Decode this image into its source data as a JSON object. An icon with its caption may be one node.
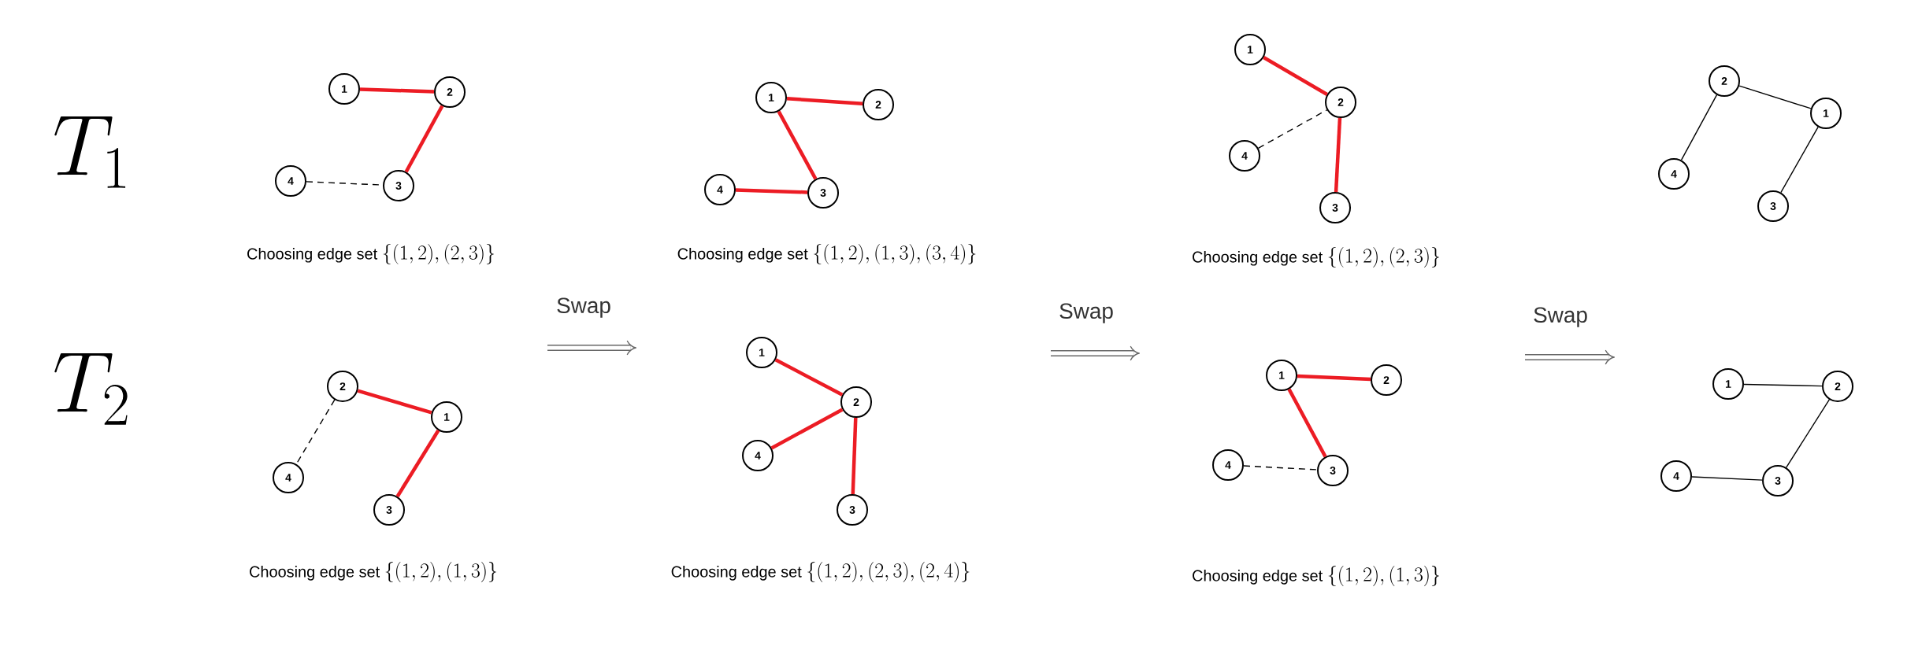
{
  "diagram": {
    "nodes": [
      {
        "text": [
          "1"
        ]
      },
      {
        "text": [
          "2"
        ]
      },
      {
        "text": [
          "3"
        ]
      },
      {
        "text": [
          "4"
        ]
      },
      {
        "text": [
          "1"
        ]
      },
      {
        "text": [
          "2"
        ]
      },
      {
        "text": [
          "3"
        ]
      },
      {
        "text": [
          "4"
        ]
      },
      {
        "text": [
          "1"
        ]
      },
      {
        "text": [
          "2"
        ]
      },
      {
        "text": [
          "3"
        ]
      },
      {
        "text": [
          "4"
        ]
      },
      {
        "text": [
          "1"
        ]
      },
      {
        "text": [
          "2"
        ]
      },
      {
        "text": [
          "3"
        ]
      },
      {
        "text": [
          "4"
        ]
      },
      {
        "text": [
          "1"
        ]
      },
      {
        "text": [
          "2"
        ]
      },
      {
        "text": [
          "3"
        ]
      },
      {
        "text": [
          "4"
        ]
      },
      {
        "text": [
          "1"
        ]
      },
      {
        "text": [
          "2"
        ]
      },
      {
        "text": [
          "3"
        ]
      },
      {
        "text": [
          "4"
        ]
      },
      {
        "text": [
          "1"
        ]
      },
      {
        "text": [
          "2"
        ]
      },
      {
        "text": [
          "3"
        ]
      },
      {
        "text": [
          "4"
        ]
      },
      {
        "text": [
          "1"
        ]
      },
      {
        "text": [
          "2"
        ]
      },
      {
        "text": [
          "3"
        ]
      },
      {
        "text": [
          "4"
        ]
      }
    ],
    "edges": [
      {
        "from": 0,
        "to": 1,
        "arrow": "none"
      },
      {
        "from": 1,
        "to": 2,
        "arrow": "none"
      },
      {
        "from": 3,
        "to": 2,
        "arrow": "none",
        "style": "dashed",
        "color": "#000000"
      },
      {
        "from": 4,
        "to": 5,
        "arrow": "none"
      },
      {
        "from": 4,
        "to": 6,
        "arrow": "none"
      },
      {
        "from": 7,
        "to": 6,
        "arrow": "none"
      },
      {
        "from": 8,
        "to": 9,
        "arrow": "none"
      },
      {
        "from": 9,
        "to": 10,
        "arrow": "none"
      },
      {
        "from": 11,
        "to": 9,
        "arrow": "none",
        "style": "dashed",
        "color": "#000000"
      },
      {
        "from": 13,
        "to": 12,
        "arrow": "none",
        "color": "#000000"
      },
      {
        "from": 13,
        "to": 15,
        "arrow": "none",
        "color": "#000000"
      },
      {
        "from": 12,
        "to": 14,
        "arrow": "none",
        "color": "#000000"
      },
      {
        "from": 17,
        "to": 16,
        "arrow": "none"
      },
      {
        "from": 16,
        "to": 18,
        "arrow": "none"
      },
      {
        "from": 17,
        "to": 19,
        "arrow": "none",
        "style": "dashed",
        "color": "#000000"
      },
      {
        "from": 20,
        "to": 21,
        "arrow": "none"
      },
      {
        "from": 21,
        "to": 23,
        "arrow": "none"
      },
      {
        "from": 21,
        "to": 22,
        "arrow": "none"
      },
      {
        "from": 24,
        "to": 25,
        "arrow": "none"
      },
      {
        "from": 24,
        "to": 26,
        "arrow": "none"
      },
      {
        "from": 27,
        "to": 26,
        "arrow": "none",
        "style": "dashed",
        "color": "#000000"
      },
      {
        "from": 28,
        "to": 29,
        "arrow": "none",
        "color": "#000000"
      },
      {
        "from": 29,
        "to": 30,
        "arrow": "none",
        "color": "#000000"
      },
      {
        "from": 31,
        "to": 30,
        "arrow": "none",
        "color": "#000000"
      }
    ],
    "labels": [
      "T_1",
      "Choosing edge set",
      "\\{(1,2),(2,3)\\}",
      "Choosing edge set",
      "\\{(1,2),(1,3),(3,4)\\}",
      "Choosing edge set",
      "\\{(1,2),(2,3)\\}",
      "Swap",
      "Swap",
      "Swap",
      "T_2",
      "Choosing edge set",
      "\\{(1,2),(1,3)\\}",
      "Choosing edge set",
      "\\{(1,2),(2,3),(2,4)\\}",
      "Choosing edge set",
      "\\{(1,2),(1,3)\\}"
    ]
  }
}
